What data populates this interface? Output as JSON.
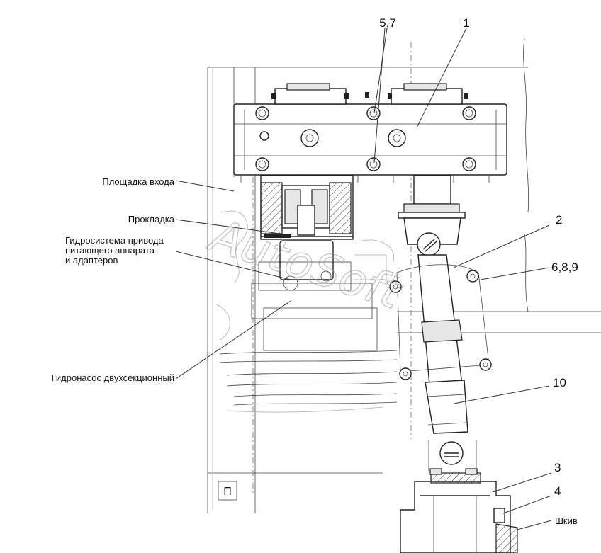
{
  "callouts": {
    "c1": "1",
    "c57": "5,7",
    "c2": "2",
    "c689": "6,8,9",
    "c10": "10",
    "c3": "3",
    "c4": "4",
    "pulley": "Шкив"
  },
  "side_labels": {
    "platform": "Площадка входа",
    "gasket": "Прокладка",
    "hydro_line1": "Гидросистема привода",
    "hydro_line2": "питающего аппарата",
    "hydro_line3": "и адаптеров",
    "pump": "Гидронасос двухсекционный"
  },
  "frame_mark": "П",
  "watermark": "AutoSoft"
}
